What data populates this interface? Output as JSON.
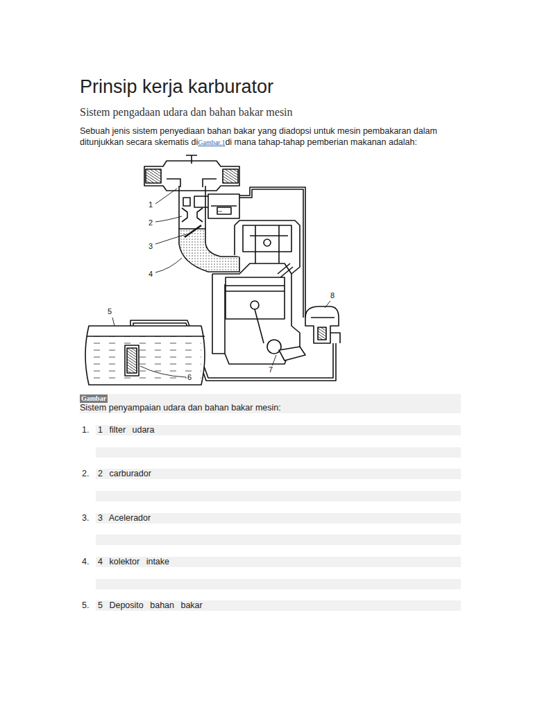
{
  "diagram": {
    "title": "Prinsip kerja karburator",
    "labels": [
      "Sistem pengadaan udara dan bahan bakar mesin",
      "Sebuah jenis sistem penyediaan bahan bakar yang diadopsi untuk mesin pembakaran dalam ditunjukkan secara skematis di",
      "Gambar.1",
      "di mana tahap-tahap pemberian makanan adalah:",
      "1",
      "2",
      "3",
      "4",
      "5",
      "6",
      "7",
      "8",
      "Gambar",
      "Sistem penyampaian udara dan bahan bakar mesin:",
      "1.",
      "1 filter udara",
      "2.",
      "2 carburador",
      "3.",
      "3 Acelerador",
      "4.",
      "4 kolektor intake",
      "5.",
      "5 Deposito bahan bakar"
    ]
  }
}
